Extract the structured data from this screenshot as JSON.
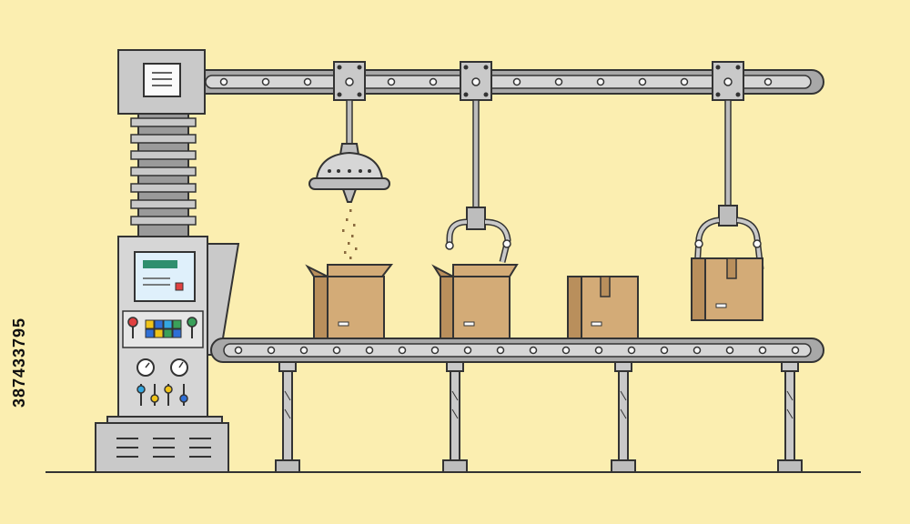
{
  "background": "#fbeeb0",
  "stock_id": "387433795",
  "colors": {
    "outline": "#333333",
    "metal_light": "#d6d6d6",
    "metal_mid": "#bdbdbd",
    "metal_dark": "#9a9a9a",
    "box": "#d3ab77",
    "box_dark": "#b98f5c",
    "screen": "#dff0fb",
    "screen_bar": "#2f8f6e",
    "indicator_red": "#e04040",
    "indicator_green": "#3aa05a",
    "indicator_blue": "#2f6fd6",
    "indicator_yellow": "#f0c419",
    "indicator_cyan": "#34a7e0"
  },
  "icons": [
    "gear-icon"
  ],
  "machine": {
    "stations": [
      "filling-nozzle",
      "box-gripper",
      "box-lifter"
    ],
    "boxes": [
      "open-box-filling",
      "open-box-gripped",
      "sealed-box",
      "lifted-box"
    ]
  }
}
